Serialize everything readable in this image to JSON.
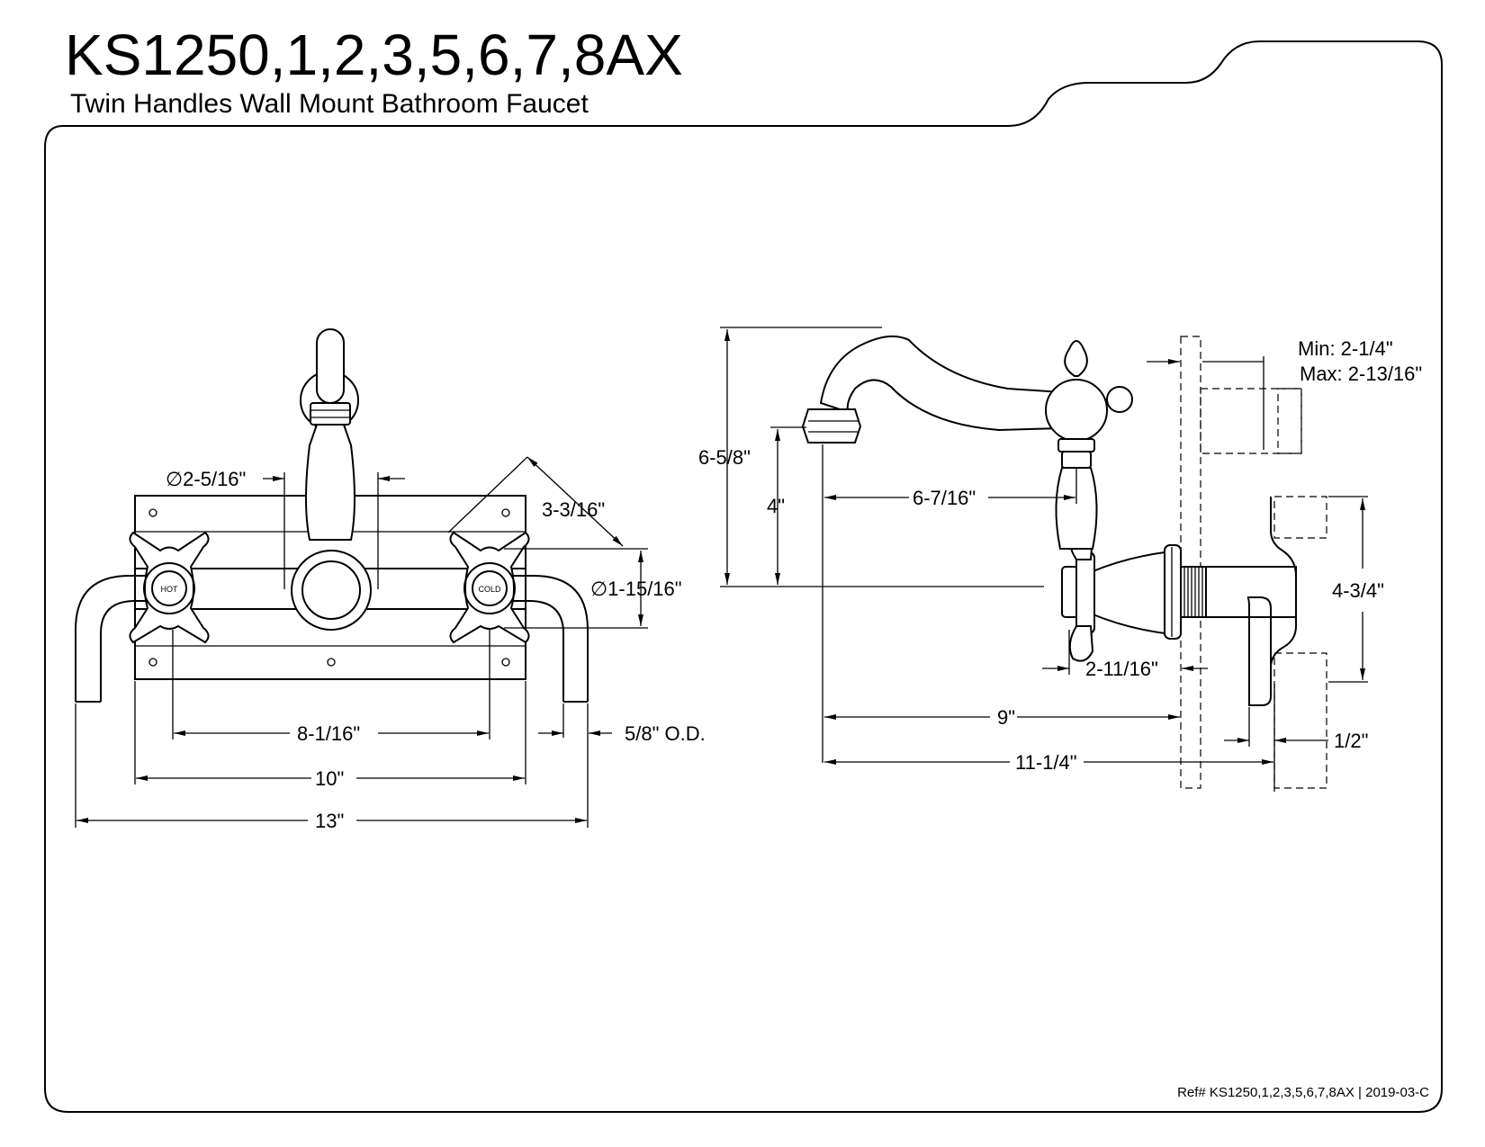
{
  "title": "KS1250,1,2,3,5,6,7,8AX",
  "subtitle": "Twin Handles Wall Mount Bathroom Faucet",
  "reference": "Ref# KS1250,1,2,3,5,6,7,8AX | 2019-03-C",
  "front_view": {
    "handle_labels": {
      "hot": "HOT",
      "cold": "COLD"
    },
    "dimensions": {
      "spout_diameter": "∅2-5/16\"",
      "handle_offset": "3-3/16\"",
      "flange_diameter": "∅1-15/16\"",
      "center_to_center": "8-1/16\"",
      "tube_od": "5/8\" O.D.",
      "plate_width": "10\"",
      "overall_width": "13\""
    }
  },
  "side_view": {
    "dimensions": {
      "overall_height": "6-5/8\"",
      "spout_height": "4\"",
      "spout_reach": "6-7/16\"",
      "wall_min": "Min: 2-1/4\"",
      "wall_max": "Max: 2-13/16\"",
      "valve_height": "4-3/4\"",
      "flange_depth": "2-11/16\"",
      "reach_to_wall": "9\"",
      "pipe_size": "1/2\"",
      "overall_depth": "11-1/4\""
    }
  }
}
